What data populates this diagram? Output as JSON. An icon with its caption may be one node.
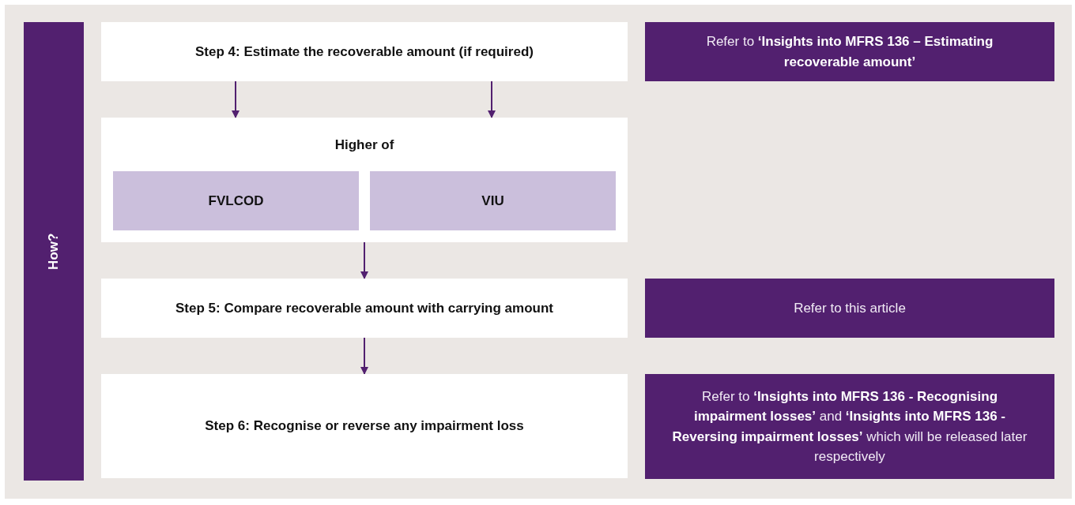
{
  "diagram": {
    "nodes": [
      {
        "text": [
          "How?"
        ]
      },
      {
        "text": [
          "Step 4: Estimate the recoverable amount (if required)"
        ]
      },
      {
        "text": [
          "Higher of"
        ]
      },
      {
        "text": [
          "FVLCOD"
        ],
        "in": 2
      },
      {
        "text": [
          "VIU"
        ],
        "in": 2
      },
      {
        "text": [
          "Step 5: Compare recoverable amount with carrying amount"
        ]
      },
      {
        "text": [
          "Step 6: Recognise or reverse any impairment loss"
        ]
      },
      {
        "text": [
          "Refer to **‘Insights into MFRS 136 – Estimating recoverable amount’**"
        ]
      },
      {
        "text": [
          "Refer to this article"
        ]
      },
      {
        "text": [
          "Refer to **‘Insights into MFRS 136 - Recognising impairment losses’** and **‘Insights into MFRS 136 - Reversing impairment losses’** which will be released later respectively"
        ]
      }
    ],
    "edges": [
      {
        "from": 1,
        "to": 2,
        "arrow": "to"
      },
      {
        "from": 1,
        "to": 2,
        "arrow": "to"
      },
      {
        "from": 2,
        "to": 5,
        "arrow": "to"
      },
      {
        "from": 5,
        "to": 6,
        "arrow": "to"
      }
    ]
  }
}
